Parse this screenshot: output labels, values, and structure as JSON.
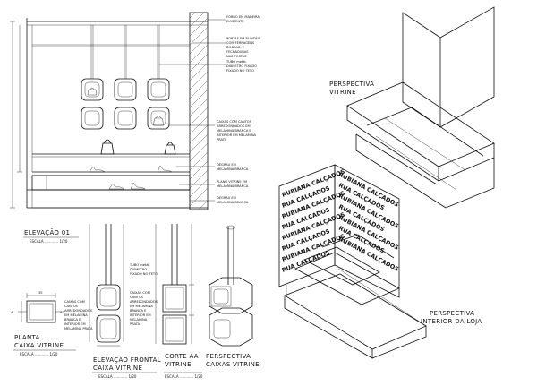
{
  "annotations": {
    "elevation": [
      "FORRO EM MADEIRA EXISTENTE",
      "PORTAS EM BLINDEX COM FERRAGENS DOBRAD. E FECHADURAS NAS PORTAS",
      "TUBO metál. DIÂMETRO FIXADO NO TETO",
      "CAIXAS COM CANTOS ARREDONDADOS EM MELAMINA BRANCA E INTERIOR EM MELAMINA PRATA",
      "DEGRAU EM MELAMINA BRANCA",
      "PLANO VITRINE EM MELAMINA BRANCA",
      "DEGRAU EM MELAMINA BRANCA"
    ],
    "tube": [
      "TUBO metál.",
      "DIÂMETRO",
      "FIXADO NO TETO"
    ],
    "box_left": [
      "CAIXAS COM",
      "CANTOS",
      "ARREDONDADOS",
      "EM MELAMINA",
      "BRANCA E",
      "INTERIOR EM",
      "MELAMINA",
      "PRATA"
    ],
    "box_right": [
      "CAIXAS COM",
      "CANTOS",
      "ARREDONDADOS",
      "EM MELAMINA",
      "BRANCA E",
      "INTERIOR EM",
      "MELAMINA",
      "PRATA"
    ]
  },
  "dimensions": {
    "plan_width": "35"
  },
  "titles": {
    "elevacao": "ELEVAÇÃO 01",
    "planta_1": "PLANTA",
    "planta_2": "CAIXA VITRINE",
    "elev_frontal_1": "ELEVAÇÃO FRONTAL",
    "elev_frontal_2": "CAIXA VITRINE",
    "corte_1": "CORTE AA",
    "corte_2": "VITRINE",
    "persp_caixas_1": "PERSPECTIVA",
    "persp_caixas_2": "CAIXAS VITRINE",
    "persp_vitrine_1": "PERSPECTIVA",
    "persp_vitrine_2": "VITRINE",
    "persp_loja_1": "PERSPECTIVA",
    "persp_loja_2": "INTERIOR DA LOJA"
  },
  "scales": {
    "elevacao": "ESCALA ............ 1/20",
    "planta": "ESCALA ............ 1/20",
    "elev_frontal": "ESCALA ............ 1/20",
    "corte": "ESCALA ............ 1/20"
  },
  "wall_text": [
    "RUBIANA CALÇADOS",
    "RUA CALÇADOS"
  ]
}
